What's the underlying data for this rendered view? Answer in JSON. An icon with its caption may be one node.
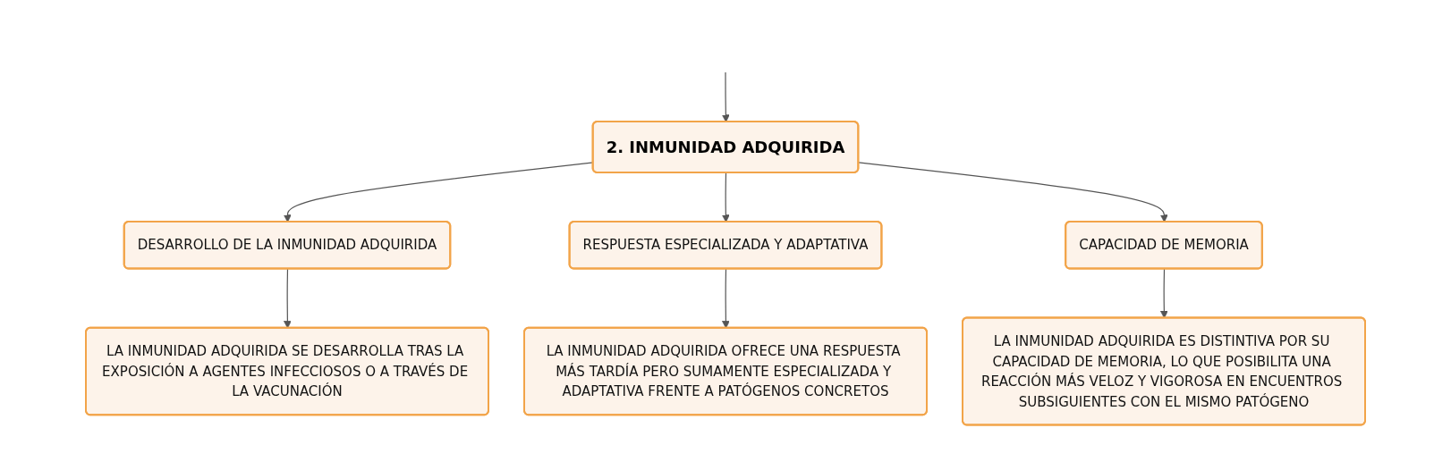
{
  "diagram": {
    "nodes": [
      {
        "text": [
          "2. INMUNIDAD ADQUIRIDA"
        ]
      },
      {
        "text": [
          "DESARROLLO DE LA INMUNIDAD ADQUIRIDA"
        ]
      },
      {
        "text": [
          "RESPUESTA ESPECIALIZADA Y ADAPTATIVA"
        ]
      },
      {
        "text": [
          "CAPACIDAD DE MEMORIA"
        ]
      },
      {
        "text": [
          "LA INMUNIDAD ADQUIRIDA SE DESARROLLA TRAS LA EXPOSICIÓN A AGENTES INFECCIOSOS O A TRAVÉS DE LA VACUNACIÓN"
        ]
      },
      {
        "text": [
          "LA INMUNIDAD ADQUIRIDA OFRECE UNA RESPUESTA MÁS TARDÍA PERO SUMAMENTE ESPECIALIZADA Y ADAPTATIVA FRENTE A PATÓGENOS CONCRETOS"
        ]
      },
      {
        "text": [
          "LA INMUNIDAD ADQUIRIDA ES DISTINTIVA POR SU CAPACIDAD DE MEMORIA, LO QUE POSIBILITA UNA REACCIÓN MÁS VELOZ Y VIGOROSA EN ENCUENTROS SUBSIGUIENTES CON EL MISMO PATÓGENO"
        ]
      }
    ],
    "edges": [
      {
        "from": null,
        "to": 0,
        "arrow": "to"
      },
      {
        "from": 0,
        "to": 1,
        "arrow": "to"
      },
      {
        "from": 0,
        "to": 2,
        "arrow": "to"
      },
      {
        "from": 0,
        "to": 3,
        "arrow": "to"
      },
      {
        "from": 1,
        "to": 4,
        "arrow": "to"
      },
      {
        "from": 2,
        "to": 5,
        "arrow": "to"
      },
      {
        "from": 3,
        "to": 6,
        "arrow": "to"
      }
    ]
  }
}
